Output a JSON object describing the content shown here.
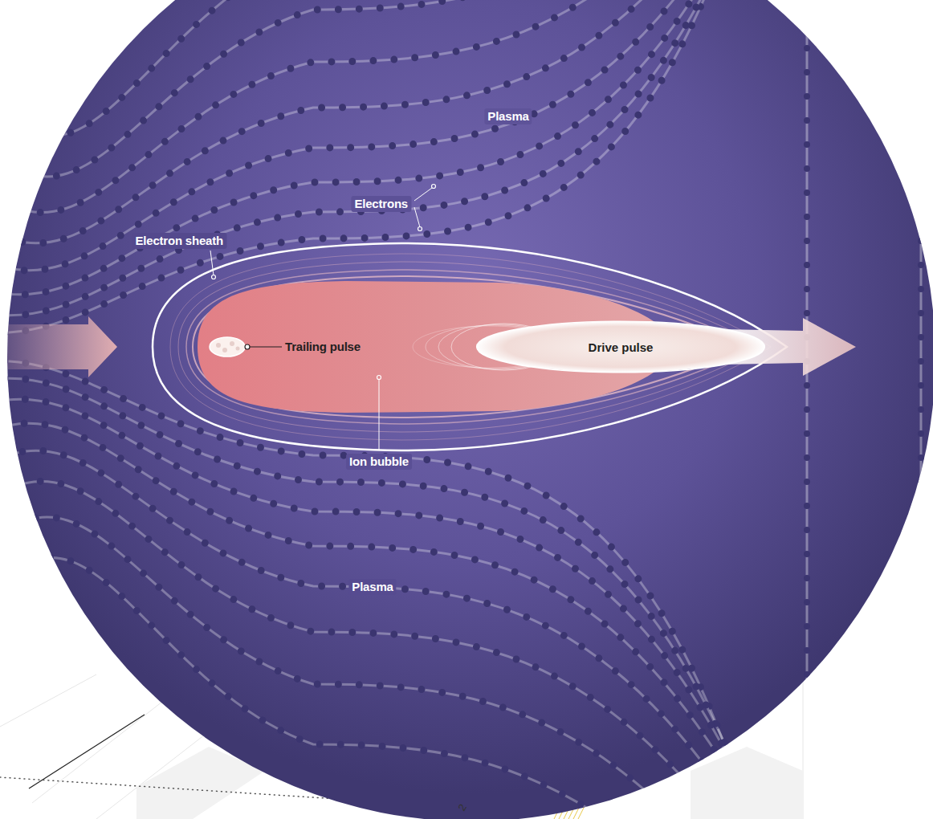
{
  "diagram": {
    "nodes": [
      {
        "text": [
          "Drive pulse"
        ]
      }
    ],
    "labels": [
      "Plasma",
      "Electrons",
      "Electron sheath",
      "Trailing pulse",
      "Ion bubble",
      "Plasma",
      "2"
    ]
  }
}
